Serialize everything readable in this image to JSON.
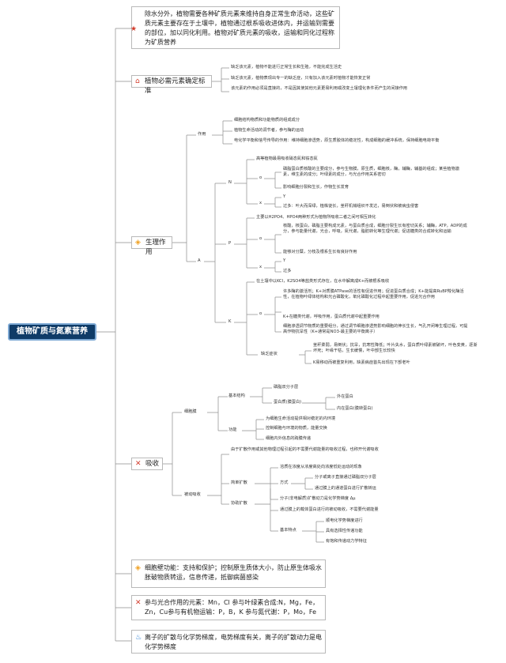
{
  "root": {
    "title": "植物矿质与氮素营养"
  },
  "sections": {
    "intro": {
      "text": "除水分外，植物需要各种矿质元素来维持自身正常生命活动，这些矿质元素主要存在于土壤中，植物通过根系吸收进体内，并运输到需要的部位，加以同化利用。植物对矿质元素的吸收，运输和同化过程称为矿质营养",
      "icon": "star-icon"
    },
    "criteria": {
      "title": "植物必需元素确定标准",
      "icon": "house-icon",
      "items": [
        "缺乏该元素，植物不能进行正常生长和生殖，不能完成生活史",
        "缺乏该元素，植物表现出专一的缺乏症，只有加入该元素时植物才能恢复正常",
        "该元素的作用必须是直接的，不是因其使其他元素更易利用或改变土壤理化条件而产生的间接作用"
      ]
    },
    "physio": {
      "title": "生理作用",
      "icon": "bulb-icon",
      "function_label": "作用",
      "functions": [
        "细胞结构物质和功能物质的组成成分",
        "植物生命活动的调节者，参与酶的运动",
        "电化学平衡和信号传导的作用：维持细胞渗透势，原生质胶体的稳定性，构成细胞的缓冲系统，保持细胞电荷平衡"
      ],
      "a_label": "A",
      "N": {
        "label": "N",
        "intro": "高等植物最易吸收硝态氮和铵态氮",
        "o_label": "o",
        "o_items": [
          "磷脂蛋白质核酸的主要成分，参与生物膜，原生质，细胞核，酶，辅酶，辅基的组成；某些植物激素，维生素的成分；叶绿素的成分，与光合作用关系密切",
          "影响细胞分裂和生长，作物生长发育"
        ],
        "x_label": "x",
        "x_items": [
          "Y",
          "过多：叶大而深绿，植株徒长，茎秆机械组织不发达，易倒伏和被病虫侵害"
        ]
      },
      "P": {
        "label": "P",
        "intro": "主要以H2PO4、HPO4两种形式为植物所吸收二者之间可相互转化",
        "o_label": "o",
        "o_items": [
          "核酸，核蛋白，磷脂主要构成元素，与蛋白质合成，细胞分裂生长有密切关系；辅酶，ATP，ADP的成分，参与能量代谢，光合，呼吸，氮代谢，脂肪转化等生理代谢；促进糖类的合成转化和运输",
          "能够对分蘖，分枝及根系生长有良好作用"
        ],
        "x_label": "x",
        "x_items": [
          "Y",
          "过多"
        ]
      },
      "K": {
        "label": "K",
        "intro": "在土壤中以KCl，K2SO4等盐类形式存在，在水中解离成K+而被根系吸收",
        "o_label": "o",
        "o_items": [
          "许多酶的激活剂；K+对质膜ATPase的活性有促进作用；促进蛋白质合成；K+能提高RuBP羧化酶活性，在植物叶绿体结构和光合磷酸化，氧化磷酸化过程中起重要作用，促进光合作用",
          "K+在糖类代谢，呼吸作用，蛋白质代谢中起重要作用",
          "细胞渗透调节物质的重要组分，通过调节细胞渗透势影响细胞的伸长生长，气孔开闭等生理过程，可提高作物抗旱性（K+通常是NO3-最主要的平衡离子）"
        ],
        "deficit_label": "缺乏症状",
        "deficit_items": [
          "茎秆柔弱，易倒伏；抗旱，抗寒性降低；叶片失水，蛋白质叶绿素被破坏，叶色变黄，逐渐坏死；叶缘干枯，生长缓慢，叶中部生长较快",
          "K易移动而被重复利用，缺素病症首先出现在下部老叶"
        ]
      }
    },
    "absorb": {
      "title": "吸收",
      "icon": "tools-icon",
      "membrane_label": "细胞膜",
      "structure_label": "基本结构",
      "structure_items": [
        "磷脂双分子层",
        "蛋白质(膜蛋白)"
      ],
      "protein_items": [
        "外在蛋白",
        "内在蛋白(膜转蛋白)"
      ],
      "func_label": "功能",
      "func_items": [
        "为细胞生命活动提供相对稳定的内环境",
        "控制细胞与环境的物质，能量交换",
        "细胞内外信息的跨膜传递"
      ],
      "passive_label": "被动吸收",
      "passive_intro": "由于扩散作用或其他物理过程引起的不需要代谢能量的吸收过程，也称开代谢吸收",
      "simple_label": "简单扩散",
      "simple_intro": "溶质在浓度从浓度高处向浓度低处运动的现象",
      "way_label": "方式",
      "way_items": [
        "分子或离子直接通过磷脂双分子层",
        "通过膜上的通道蛋白进行扩散转运"
      ],
      "simple_force": "分子(非电解质)扩散动力是化学势梯度 Δμ",
      "facil_label": "协助扩散",
      "facil_intro": "通过膜上的载体蛋白进行的被动吸收，不需要代谢能量",
      "feat_label": "基本特点",
      "feat_items": [
        "顺电化学势梯度进行",
        "具有选择性传递功能",
        "有饱和传递动力学特征"
      ]
    },
    "wall": {
      "icon": "bulb-icon",
      "text": "细胞壁功能：支持和保护；控制原生质体大小，防止原生体吸水胀破物质转运，信息传递，抵御病菌感染"
    },
    "elements": {
      "icon": "tools-icon",
      "text": "参与光合作用的元素：Mn，Cl 参与叶绿素合成:N，Mg，Fe，Zn，Cu参与有机物运输：P，B，K 参与氮代谢：P，Mo，Fe"
    },
    "ions": {
      "icon": "flame-icon",
      "text": "离子的扩散与化学势梯度，电势梯度有关，离子的扩散动力是电化学势梯度"
    }
  },
  "colors": {
    "root_bg": "#0f3b67",
    "line": "#8c8c8c",
    "accent_red": "#d23b2b",
    "accent_orange": "#f0a020",
    "accent_blue": "#2a7fd4"
  }
}
